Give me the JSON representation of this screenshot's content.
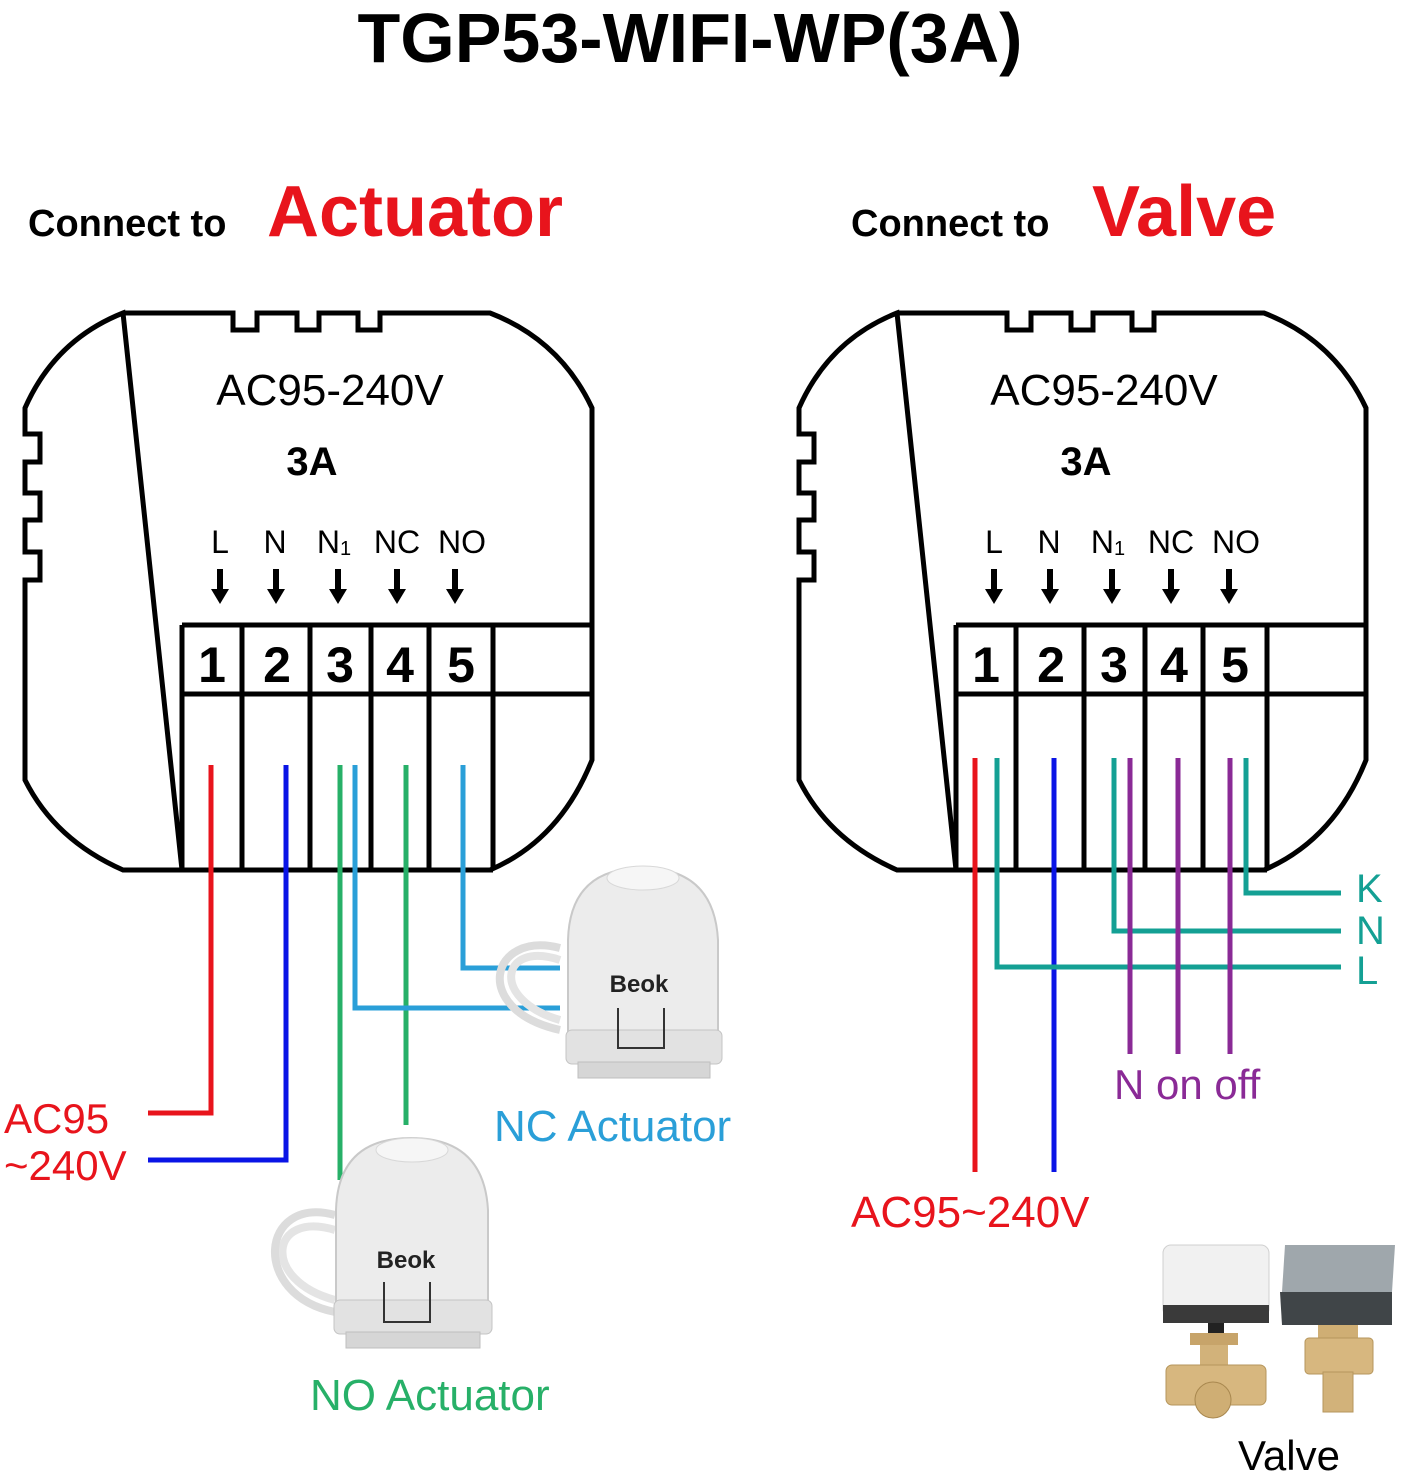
{
  "title": "TGP53-WIFI-WP(3A)",
  "colors": {
    "red": "#e8141c",
    "blue": "#0a14e6",
    "green": "#27b068",
    "lightblue": "#2a9fd8",
    "teal": "#14a094",
    "purple": "#8a2a96",
    "black": "#000000"
  },
  "left": {
    "heading_prefix": "Connect to",
    "heading_emph": "Actuator",
    "voltage": "AC95-240V",
    "current": "3A",
    "terminal_labels": [
      "L",
      "N",
      "N",
      "NC",
      "NO"
    ],
    "n1_subscript": "1",
    "terminal_numbers": [
      "1",
      "2",
      "3",
      "4",
      "5"
    ],
    "power_label_line1": "AC95",
    "power_label_line2": "~240V",
    "nc_actuator_label": "NC Actuator",
    "no_actuator_label": "NO Actuator",
    "actuator_brand": "Beok"
  },
  "right": {
    "heading_prefix": "Connect to",
    "heading_emph": "Valve",
    "voltage": "AC95-240V",
    "current": "3A",
    "terminal_labels": [
      "L",
      "N",
      "N",
      "NC",
      "NO"
    ],
    "n1_subscript": "1",
    "terminal_numbers": [
      "1",
      "2",
      "3",
      "4",
      "5"
    ],
    "valve_side_labels": [
      "K",
      "N",
      "L"
    ],
    "n_on_off_label": "N on off",
    "power_label": "AC95~240V",
    "valve_label": "Valve"
  }
}
